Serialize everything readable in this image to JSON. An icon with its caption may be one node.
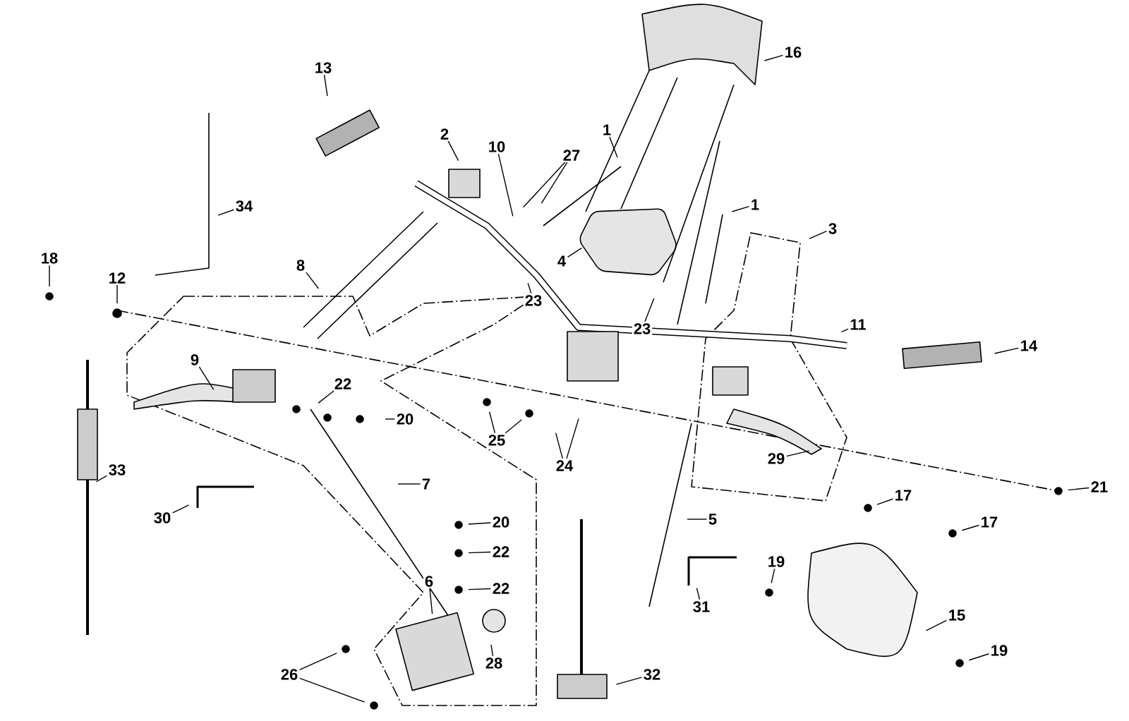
{
  "diagram": {
    "nodes": [
      {
        "text": [
          "13"
        ]
      },
      {
        "text": [
          "2"
        ]
      },
      {
        "text": [
          "10"
        ]
      },
      {
        "text": [
          "27"
        ]
      },
      {
        "text": [
          "1"
        ]
      },
      {
        "text": [
          "16"
        ]
      },
      {
        "text": [
          "1"
        ]
      },
      {
        "text": [
          "34"
        ]
      },
      {
        "text": [
          "4"
        ]
      },
      {
        "text": [
          "3"
        ]
      },
      {
        "text": [
          "18"
        ]
      },
      {
        "text": [
          "12"
        ]
      },
      {
        "text": [
          "8"
        ]
      },
      {
        "text": [
          "23"
        ]
      },
      {
        "text": [
          "23"
        ]
      },
      {
        "text": [
          "11"
        ]
      },
      {
        "text": [
          "14"
        ]
      },
      {
        "text": [
          "9"
        ]
      },
      {
        "text": [
          "22"
        ]
      },
      {
        "text": [
          "20"
        ]
      },
      {
        "text": [
          "25"
        ]
      },
      {
        "text": [
          "24"
        ]
      },
      {
        "text": [
          "29"
        ]
      },
      {
        "text": [
          "21"
        ]
      },
      {
        "text": [
          "33"
        ]
      },
      {
        "text": [
          "7"
        ]
      },
      {
        "text": [
          "30"
        ]
      },
      {
        "text": [
          "5"
        ]
      },
      {
        "text": [
          "20"
        ]
      },
      {
        "text": [
          "17"
        ]
      },
      {
        "text": [
          "22"
        ]
      },
      {
        "text": [
          "17"
        ]
      },
      {
        "text": [
          "22"
        ]
      },
      {
        "text": [
          "19"
        ]
      },
      {
        "text": [
          "6"
        ]
      },
      {
        "text": [
          "31"
        ]
      },
      {
        "text": [
          "15"
        ]
      },
      {
        "text": [
          "28"
        ]
      },
      {
        "text": [
          "26"
        ]
      },
      {
        "text": [
          "19"
        ]
      },
      {
        "text": [
          "32"
        ]
      }
    ],
    "edges": [
      {
        "from": 0,
        "to": null,
        "arrow": "none"
      },
      {
        "from": 1,
        "to": null,
        "arrow": "none"
      },
      {
        "from": 2,
        "to": null,
        "arrow": "none"
      },
      {
        "from": 3,
        "to": null,
        "arrow": "none"
      },
      {
        "from": 3,
        "to": null,
        "arrow": "none"
      },
      {
        "from": 4,
        "to": null,
        "arrow": "none"
      },
      {
        "from": 5,
        "to": null,
        "arrow": "none"
      },
      {
        "from": 6,
        "to": null,
        "arrow": "none"
      },
      {
        "from": 7,
        "to": null,
        "arrow": "none"
      },
      {
        "from": 8,
        "to": null,
        "arrow": "none"
      },
      {
        "from": 9,
        "to": null,
        "arrow": "none"
      },
      {
        "from": 10,
        "to": null,
        "arrow": "none"
      },
      {
        "from": 11,
        "to": null,
        "arrow": "none"
      },
      {
        "from": 12,
        "to": null,
        "arrow": "none"
      },
      {
        "from": 13,
        "to": null,
        "arrow": "none"
      },
      {
        "from": 14,
        "to": null,
        "arrow": "none"
      },
      {
        "from": 15,
        "to": null,
        "arrow": "none"
      },
      {
        "from": 16,
        "to": null,
        "arrow": "none"
      },
      {
        "from": 17,
        "to": null,
        "arrow": "none"
      },
      {
        "from": 18,
        "to": null,
        "arrow": "none"
      },
      {
        "from": 19,
        "to": null,
        "arrow": "none"
      },
      {
        "from": 20,
        "to": null,
        "arrow": "none"
      },
      {
        "from": 20,
        "to": null,
        "arrow": "none"
      },
      {
        "from": 21,
        "to": null,
        "arrow": "none"
      },
      {
        "from": 21,
        "to": null,
        "arrow": "none"
      },
      {
        "from": 22,
        "to": null,
        "arrow": "none"
      },
      {
        "from": 23,
        "to": null,
        "arrow": "none"
      },
      {
        "from": 24,
        "to": null,
        "arrow": "none"
      },
      {
        "from": 25,
        "to": null,
        "arrow": "none"
      },
      {
        "from": 26,
        "to": null,
        "arrow": "none"
      },
      {
        "from": 27,
        "to": null,
        "arrow": "none"
      },
      {
        "from": 28,
        "to": null,
        "arrow": "none"
      },
      {
        "from": 29,
        "to": null,
        "arrow": "none"
      },
      {
        "from": 30,
        "to": null,
        "arrow": "none"
      },
      {
        "from": 31,
        "to": null,
        "arrow": "none"
      },
      {
        "from": 32,
        "to": null,
        "arrow": "none"
      },
      {
        "from": 33,
        "to": null,
        "arrow": "none"
      },
      {
        "from": 34,
        "to": null,
        "arrow": "none"
      },
      {
        "from": 35,
        "to": null,
        "arrow": "none"
      },
      {
        "from": 36,
        "to": null,
        "arrow": "none"
      },
      {
        "from": 37,
        "to": null,
        "arrow": "none"
      },
      {
        "from": 38,
        "to": null,
        "arrow": "none"
      },
      {
        "from": 38,
        "to": null,
        "arrow": "none"
      },
      {
        "from": 39,
        "to": null,
        "arrow": "none"
      },
      {
        "from": 40,
        "to": null,
        "arrow": "none"
      }
    ]
  }
}
